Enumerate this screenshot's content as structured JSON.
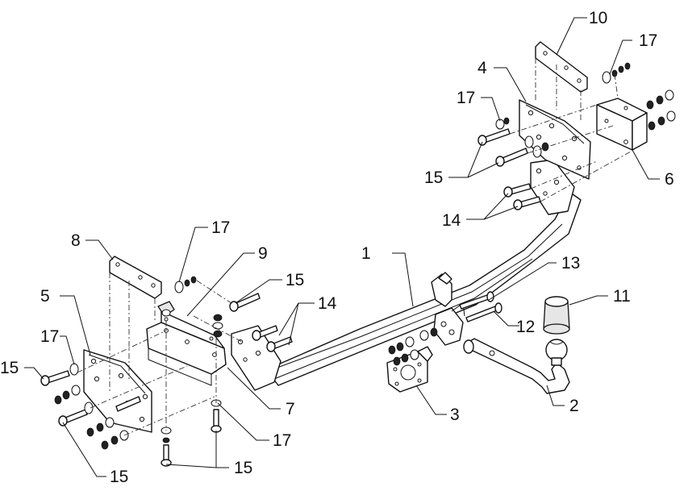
{
  "diagram": {
    "callouts": [
      {
        "id": "c1",
        "label": "1"
      },
      {
        "id": "c2",
        "label": "2"
      },
      {
        "id": "c3",
        "label": "3"
      },
      {
        "id": "c4",
        "label": "4"
      },
      {
        "id": "c5",
        "label": "5"
      },
      {
        "id": "c6",
        "label": "6"
      },
      {
        "id": "c7",
        "label": "7"
      },
      {
        "id": "c8",
        "label": "8"
      },
      {
        "id": "c9",
        "label": "9"
      },
      {
        "id": "c10",
        "label": "10"
      },
      {
        "id": "c11",
        "label": "11"
      },
      {
        "id": "c12",
        "label": "12"
      },
      {
        "id": "c13",
        "label": "13"
      },
      {
        "id": "c14a",
        "label": "14"
      },
      {
        "id": "c14b",
        "label": "14"
      },
      {
        "id": "c15a",
        "label": "15"
      },
      {
        "id": "c15b",
        "label": "15"
      },
      {
        "id": "c15c",
        "label": "15"
      },
      {
        "id": "c15d",
        "label": "15"
      },
      {
        "id": "c15e",
        "label": "15"
      },
      {
        "id": "c17a",
        "label": "17"
      },
      {
        "id": "c17b",
        "label": "17"
      },
      {
        "id": "c17c",
        "label": "17"
      },
      {
        "id": "c17d",
        "label": "17"
      },
      {
        "id": "c17e",
        "label": "17"
      }
    ]
  }
}
